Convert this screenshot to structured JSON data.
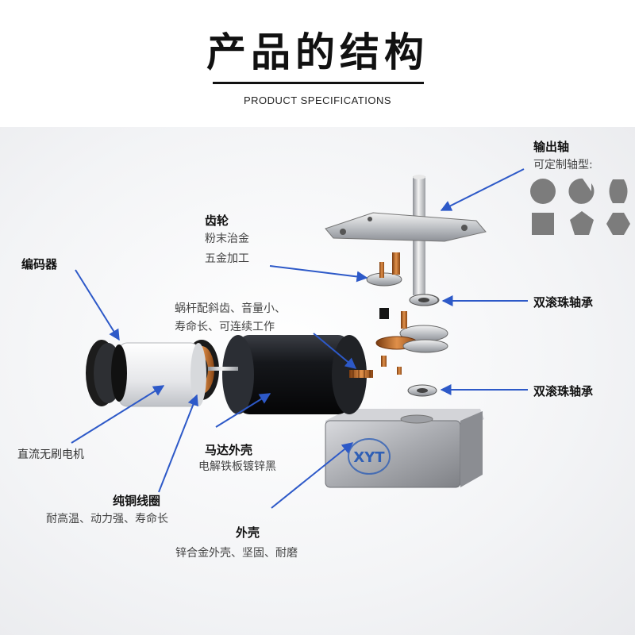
{
  "header": {
    "title": "产品的结构",
    "subtitle": "PRODUCT SPECIFICATIONS"
  },
  "labels": {
    "output_shaft": {
      "title": "输出轴",
      "desc": "可定制轴型:"
    },
    "gear": {
      "title": "齿轮",
      "desc_line1": "粉末治金",
      "desc_line2": "五金加工"
    },
    "encoder": {
      "title": "编码器"
    },
    "worm": {
      "line1": "蜗杆配斜齿、音量小、",
      "line2": "寿命长、可连续工作"
    },
    "bearing_upper": {
      "title": "双滚珠轴承"
    },
    "bearing_lower": {
      "title": "双滚珠轴承"
    },
    "bldc_motor": {
      "title": "直流无刷电机"
    },
    "motor_housing": {
      "title": "马达外壳",
      "desc": "电解铁板镀锌黑"
    },
    "copper_coil": {
      "title": "纯铜线圈",
      "desc": "耐高温、动力强、寿命长"
    },
    "shell": {
      "title": "外壳",
      "desc": "锌合金外壳、坚固、耐磨"
    }
  },
  "shaft_shapes": [
    "round",
    "d-cut",
    "double-flat",
    "square",
    "pentagon",
    "hexagon"
  ],
  "colors": {
    "arrow": "#2d59c8",
    "shape_fill": "#7c7c7c",
    "gear_copper": "#b5651d",
    "brand_blue": "#2f5fb5"
  },
  "brand_mark": "XYT"
}
